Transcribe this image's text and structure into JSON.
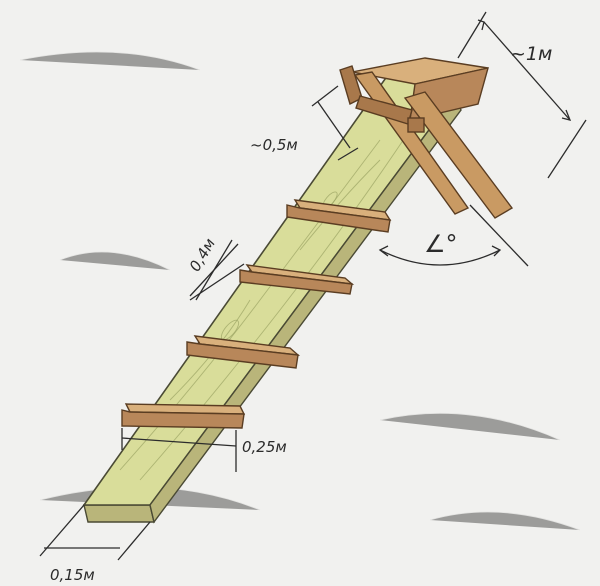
{
  "labels": {
    "top_width": "~1м",
    "top_depth": "~0,5м",
    "angle": "∠°",
    "step_spacing": "0,4м",
    "step_length": "0,25м",
    "board_width": "0,15м"
  }
}
